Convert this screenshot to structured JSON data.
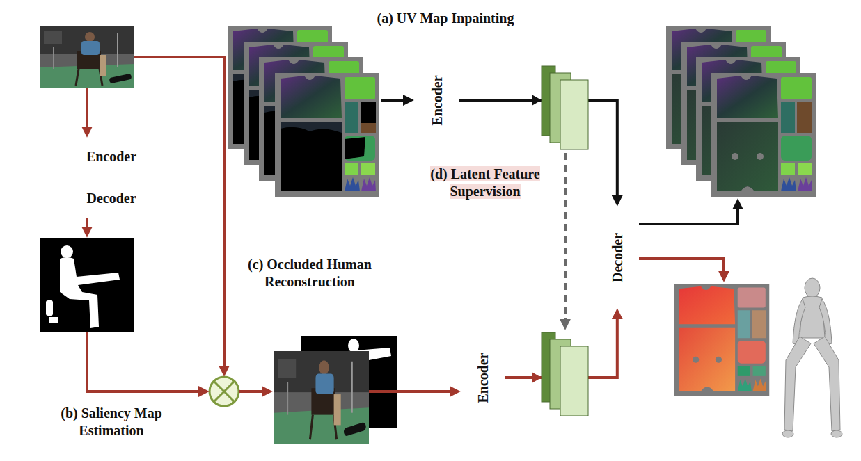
{
  "diagram": {
    "nodes": [
      {
        "text": [
          "(a) UV Map Inpainting"
        ]
      },
      {
        "text": [
          "(b) Saliency Map Estimation",
          "(c) Occluded Human Reconstruction"
        ]
      },
      {
        "text": [
          "(d) Latent Feature Supervision"
        ]
      },
      {
        "text": [
          "Encoder"
        ],
        "in": 1
      },
      {
        "text": [
          "Decoder"
        ],
        "in": 1
      },
      {
        "text": [
          "Encoder"
        ],
        "in": 2
      },
      {
        "text": [
          "Encoder"
        ],
        "in": 2
      },
      {
        "text": [
          "Decoder"
        ]
      }
    ],
    "edges": [
      {
        "from": 5,
        "to": 7,
        "arrow": "to"
      },
      {
        "from": 6,
        "to": 7,
        "arrow": "to"
      }
    ]
  }
}
